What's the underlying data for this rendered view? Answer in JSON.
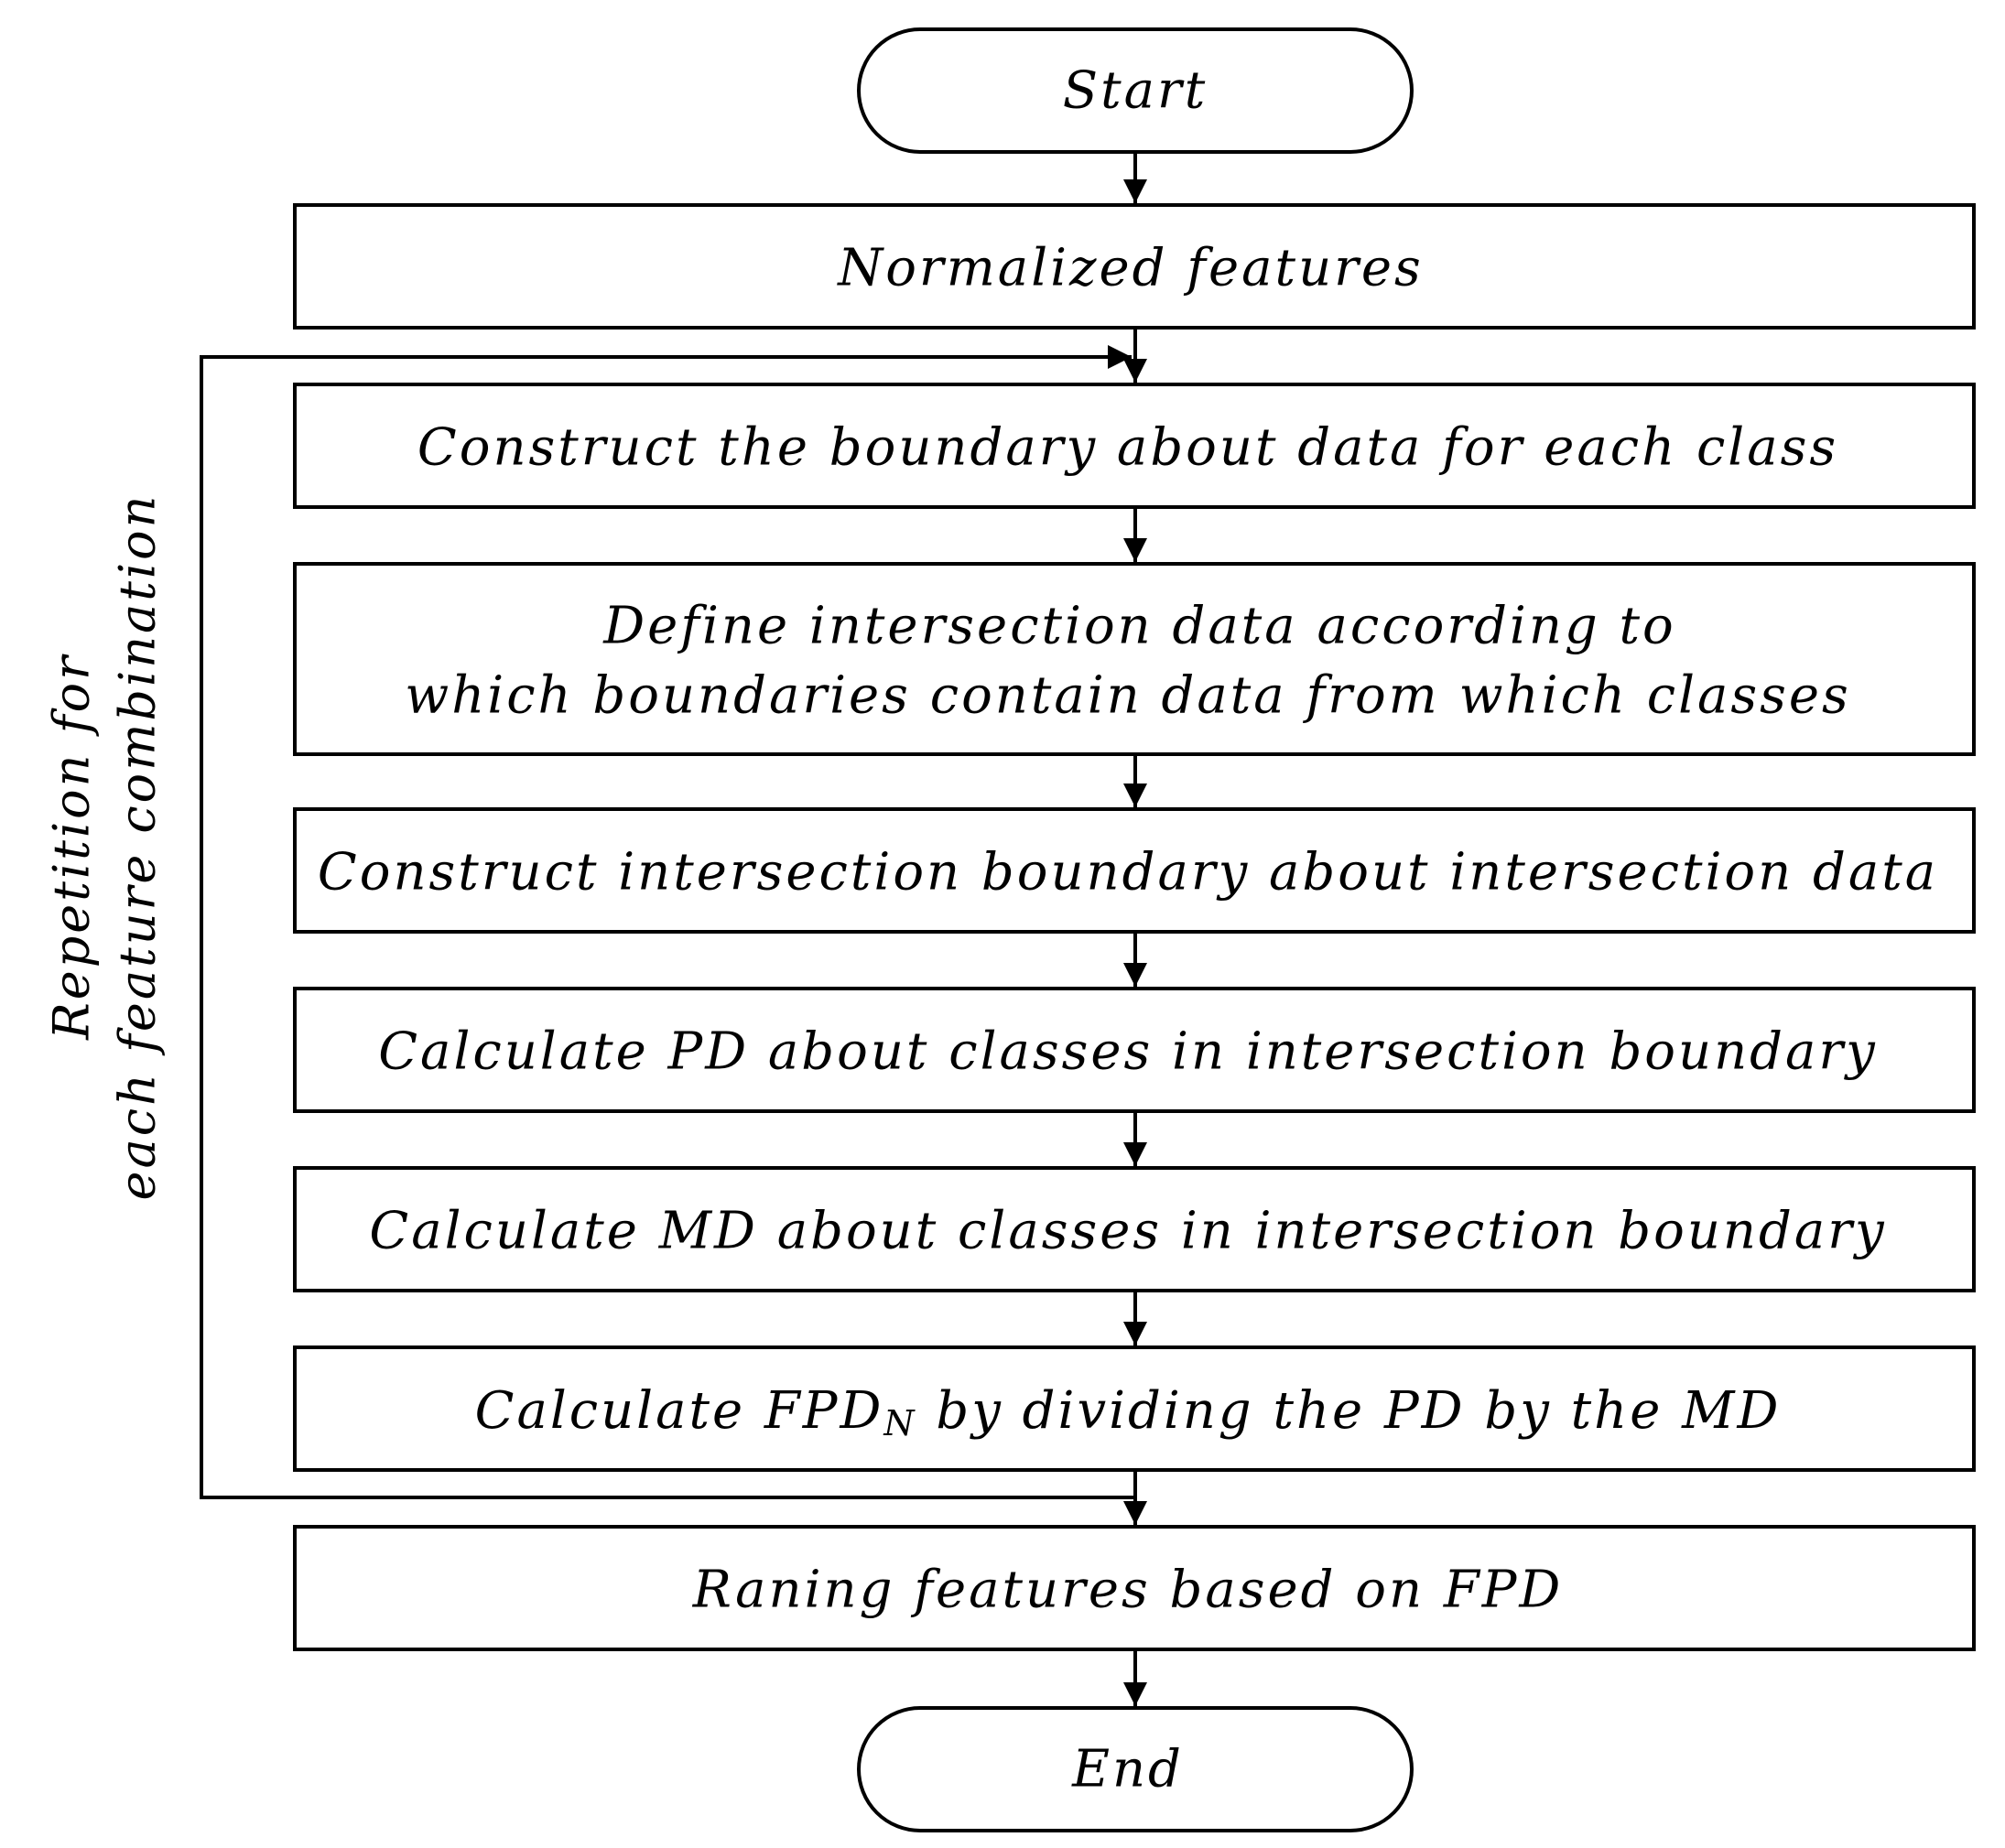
{
  "nodes": {
    "start": "Start",
    "normalized": "Normalized features",
    "construct_boundary": "Construct the boundary about data for each class",
    "define_line1": "Define intersection data according to",
    "define_line2": "which boundaries contain data from which classes",
    "construct_intersection": "Construct intersection boundary about intersection data",
    "calc_pd": "Calculate PD about classes in intersection boundary",
    "calc_md": "Calculate MD about classes in intersection boundary",
    "calc_fpd_prefix": "Calculate FPD",
    "calc_fpd_sub": "N",
    "calc_fpd_suffix": " by dividing the PD by the MD",
    "ranking": "Raning features based on FPD",
    "end": "End"
  },
  "loop": {
    "label_line1": "Repetition for",
    "label_line2": "each feature combination"
  }
}
